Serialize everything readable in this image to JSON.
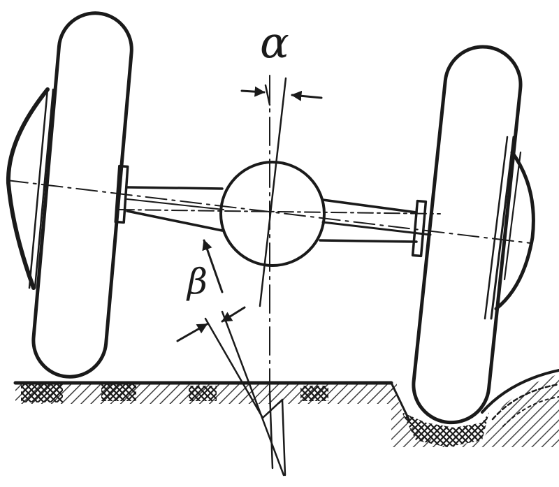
{
  "diagram": {
    "subject": "wheel camber and axle tilt schematic",
    "labels": {
      "alpha": "α",
      "beta": "β"
    },
    "components": [
      "left-wheel",
      "left-hub",
      "left-half-axle",
      "differential-housing",
      "right-half-axle",
      "right-hub",
      "right-wheel",
      "ground-surface",
      "angle-alpha-indicator",
      "angle-beta-indicator"
    ],
    "colors": {
      "ink": "#1a1a1a",
      "background": "#ffffff"
    }
  }
}
